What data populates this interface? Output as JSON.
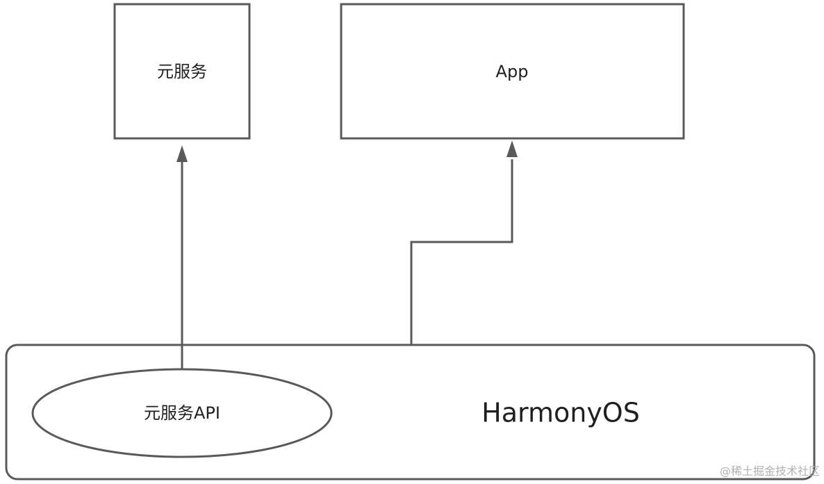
{
  "nodes": {
    "micro_service": {
      "label": "元服务"
    },
    "app": {
      "label": "App"
    },
    "harmonyos": {
      "label": "HarmonyOS"
    },
    "micro_service_api": {
      "label": "元服务API"
    }
  },
  "edges": [
    {
      "from": "micro_service_api",
      "to": "micro_service"
    },
    {
      "from": "harmonyos",
      "to": "app"
    }
  ],
  "watermark": {
    "text": "@稀土掘金技术社区"
  },
  "colors": {
    "stroke": "#595959",
    "text": "#1f1f1f",
    "watermark": "#b0b0b0"
  }
}
